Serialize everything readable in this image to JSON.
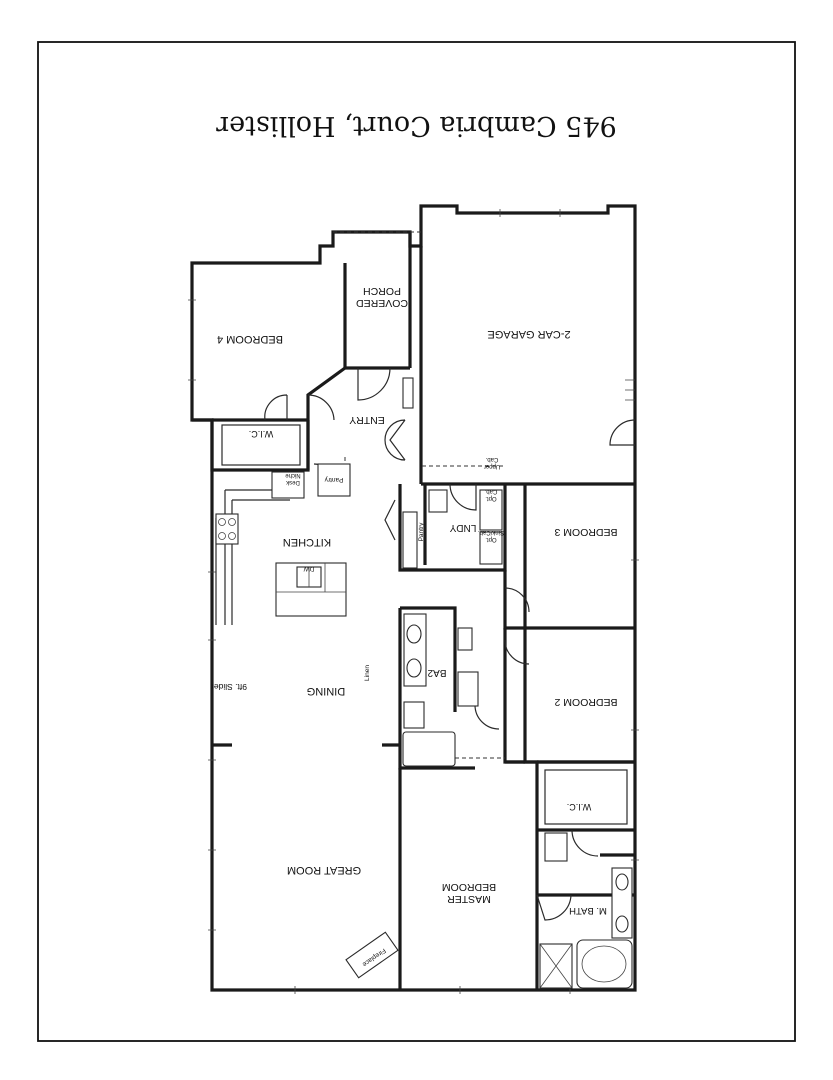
{
  "title": "945 Cambria Court, Hollister",
  "rooms": {
    "bedroom4": "BEDROOM 4",
    "covered": "COVERED",
    "porch": "PORCH",
    "garage": "2-CAR GARAGE",
    "entry": "ENTRY",
    "wic1": "W.I.C.",
    "kitchen": "KITCHEN",
    "lndy": "LNDY",
    "bedroom3": "BEDROOM 3",
    "dining": "DINING",
    "slider": "9ft. Slider",
    "ba2": "BA2",
    "bedroom2": "BEDROOM 2",
    "wic2": "W.I.C.",
    "great_room": "GREAT ROOM",
    "master": "MASTER",
    "bedroom": "BEDROOM",
    "mbath": "M. BATH"
  },
  "small": {
    "desk": "Desk",
    "niche": "Niche",
    "pantry_small": "Pantry",
    "upper": "Upper",
    "cab": "Cab.",
    "opt": "Opt.",
    "sink_cab": "Sink/Cab.",
    "pantry_tall": "Pantry",
    "linen": "Linen",
    "dw": "DW",
    "fireplace": "Fireplace"
  }
}
